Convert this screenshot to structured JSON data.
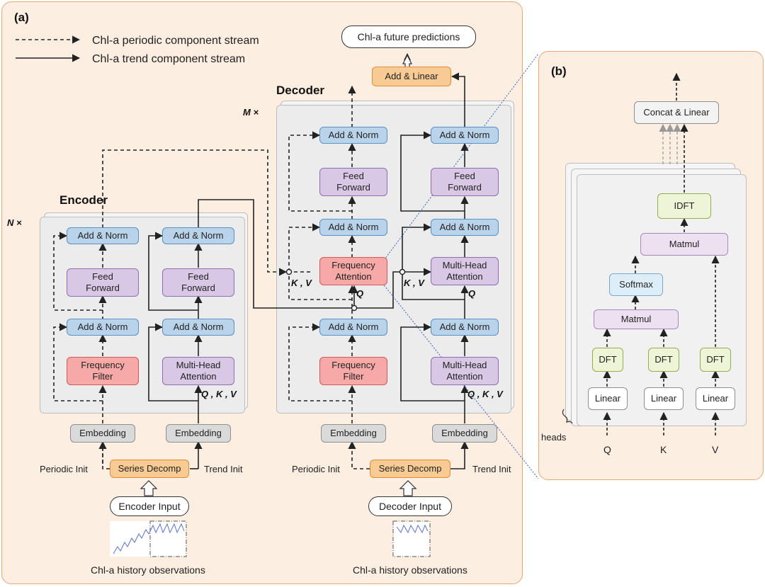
{
  "panel_a": {
    "tag": "(a)",
    "legend": {
      "periodic": "Chl-a periodic component stream",
      "trend": "Chl-a trend component stream"
    },
    "output_label": "Chl-a future predictions",
    "output_add_linear": "Add & Linear",
    "encoder": {
      "title": "Encoder",
      "repeat": "N ×",
      "add_norm_1": "Add & Norm",
      "add_norm_2": "Add & Norm",
      "add_norm_3": "Add & Norm",
      "add_norm_4": "Add & Norm",
      "feed_forward_1": "Feed\nForward",
      "feed_forward_2": "Feed\nForward",
      "frequency_filter": "Frequency\nFilter",
      "multi_head_attention": "Multi-Head\nAttention",
      "qkv": "Q , K , V",
      "embedding_1": "Embedding",
      "embedding_2": "Embedding",
      "series_decomp": "Series Decomp",
      "periodic_init": "Periodic Init",
      "trend_init": "Trend Init",
      "input": "Encoder Input",
      "history": "Chl-a history observations"
    },
    "decoder": {
      "title": "Decoder",
      "repeat": "M ×",
      "add_norm_top_left": "Add & Norm",
      "add_norm_top_right": "Add & Norm",
      "feed_forward_left": "Feed\nForward",
      "feed_forward_right": "Feed\nForward",
      "add_norm_mid_left": "Add & Norm",
      "add_norm_mid_right": "Add & Norm",
      "frequency_attention": "Frequency\nAttention",
      "multi_head_attention_mid": "Multi-Head\nAttention",
      "kv_left": "K , V",
      "kv_right": "K , V",
      "q_left": "Q",
      "q_right": "Q",
      "add_norm_low_left": "Add & Norm",
      "add_norm_low_right": "Add & Norm",
      "frequency_filter": "Frequency\nFilter",
      "multi_head_attention_low": "Multi-Head\nAttention",
      "qkv": "Q , K , V",
      "embedding_1": "Embedding",
      "embedding_2": "Embedding",
      "series_decomp": "Series Decomp",
      "periodic_init": "Periodic Init",
      "trend_init": "Trend Init",
      "input": "Decoder Input",
      "history": "Chl-a history observations"
    }
  },
  "panel_b": {
    "tag": "(b)",
    "concat_linear": "Concat & Linear",
    "idft": "IDFT",
    "matmul_top": "Matmul",
    "softmax": "Softmax",
    "matmul_mid": "Matmul",
    "dft_1": "DFT",
    "dft_2": "DFT",
    "dft_3": "DFT",
    "linear_1": "Linear",
    "linear_2": "Linear",
    "linear_3": "Linear",
    "heads": "heads",
    "q": "Q",
    "k": "K",
    "v": "V"
  },
  "colors": {
    "panel_bg": "#fdeee2",
    "panel_border": "#e5a878",
    "add_norm": "#b9d3ea",
    "feed_forward": "#d9c7e6",
    "frequency": "#f6a9a6",
    "decomp": "#f8cb95",
    "embedding": "#dadada"
  }
}
